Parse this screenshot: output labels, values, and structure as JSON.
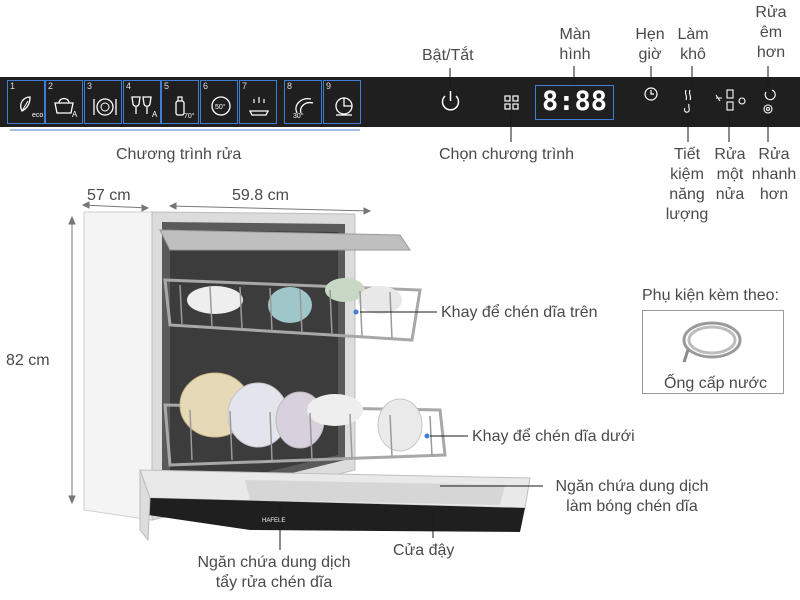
{
  "labels": {
    "power": "Bật/Tắt",
    "display_l1": "Màn",
    "display_l2": "hình",
    "timer_l1": "Hẹn",
    "timer_l2": "giờ",
    "dry_l1": "Làm",
    "dry_l2": "khô",
    "quiet_l1": "Rửa",
    "quiet_l2": "êm",
    "quiet_l3": "hơn",
    "programs": "Chương trình rửa",
    "select_program": "Chọn chương trình",
    "eco_l1": "Tiết",
    "eco_l2": "kiệm",
    "eco_l3": "năng",
    "eco_l4": "lượng",
    "half_l1": "Rửa",
    "half_l2": "một",
    "half_l3": "nửa",
    "fast_l1": "Rửa",
    "fast_l2": "nhanh",
    "fast_l3": "hơn",
    "depth": "57 cm",
    "width": "59.8 cm",
    "height": "82 cm",
    "upper_rack": "Khay để chén dĩa trên",
    "lower_rack": "Khay để chén dĩa dưới",
    "rinse_l1": "Ngăn chứa dung dịch",
    "rinse_l2": "làm bóng chén dĩa",
    "detergent_l1": "Ngăn chứa dung dịch",
    "detergent_l2": "tẩy rửa chén dĩa",
    "door": "Cửa đậy",
    "accessory_title": "Phụ kiện kèm theo:",
    "accessory_item": "Ống cấp nước"
  },
  "panel": {
    "display_value": "8:88",
    "programs": [
      {
        "num": "1",
        "icon": "eco-leaf-icon",
        "sub": "eco"
      },
      {
        "num": "2",
        "icon": "pot-auto-icon",
        "sub": "A"
      },
      {
        "num": "3",
        "icon": "plates-icon",
        "sub": ""
      },
      {
        "num": "4",
        "icon": "glasses-auto-icon",
        "sub": "A"
      },
      {
        "num": "5",
        "icon": "baby-bottle-70-icon",
        "sub": "70°"
      },
      {
        "num": "6",
        "icon": "quick-50-icon",
        "sub": "50°"
      },
      {
        "num": "7",
        "icon": "rinse-icon",
        "sub": ""
      },
      {
        "num": "8",
        "icon": "quick-30-icon",
        "sub": "30°"
      },
      {
        "num": "9",
        "icon": "intensive-icon",
        "sub": ""
      }
    ]
  },
  "appliance": {
    "brand": "HAFELE"
  },
  "colors": {
    "panel": "#1f1f1f",
    "highlight": "#3d7fd6",
    "text": "#4a4a4a"
  }
}
